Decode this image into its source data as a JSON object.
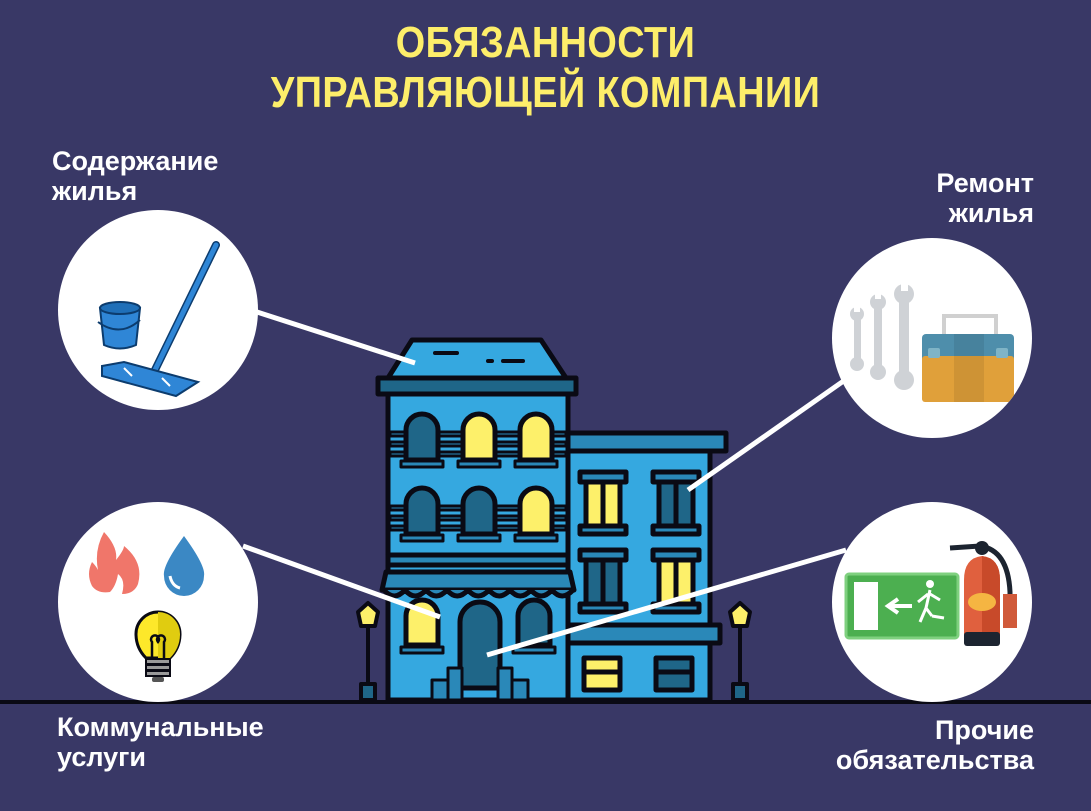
{
  "title": {
    "line1": "ОБЯЗАННОСТИ",
    "line2": "УПРАВЛЯЮЩЕЙ КОМПАНИИ"
  },
  "sections": [
    {
      "id": "maintenance",
      "line1": "Содержание",
      "line2": "жилья",
      "icon": "mop-bucket-icon",
      "position": "top-left"
    },
    {
      "id": "repair",
      "line1": "Ремонт",
      "line2": "жилья",
      "icon": "wrenches-toolbox-icon",
      "position": "top-right"
    },
    {
      "id": "utilities",
      "line1": "Коммунальные",
      "line2": "услуги",
      "icon": "fire-water-electricity-icon",
      "position": "bottom-left"
    },
    {
      "id": "other",
      "line1": "Прочие",
      "line2": "обязательства",
      "icon": "exit-sign-extinguisher-icon",
      "position": "bottom-right"
    }
  ],
  "colors": {
    "background": "#393866",
    "title": "#fdee6a",
    "label": "#ffffff",
    "building": "#35a8e0",
    "building_dark": "#2a88b8",
    "window_dark": "#1f6688",
    "window_lit": "#fdf06a",
    "outline": "#0a0a14"
  }
}
